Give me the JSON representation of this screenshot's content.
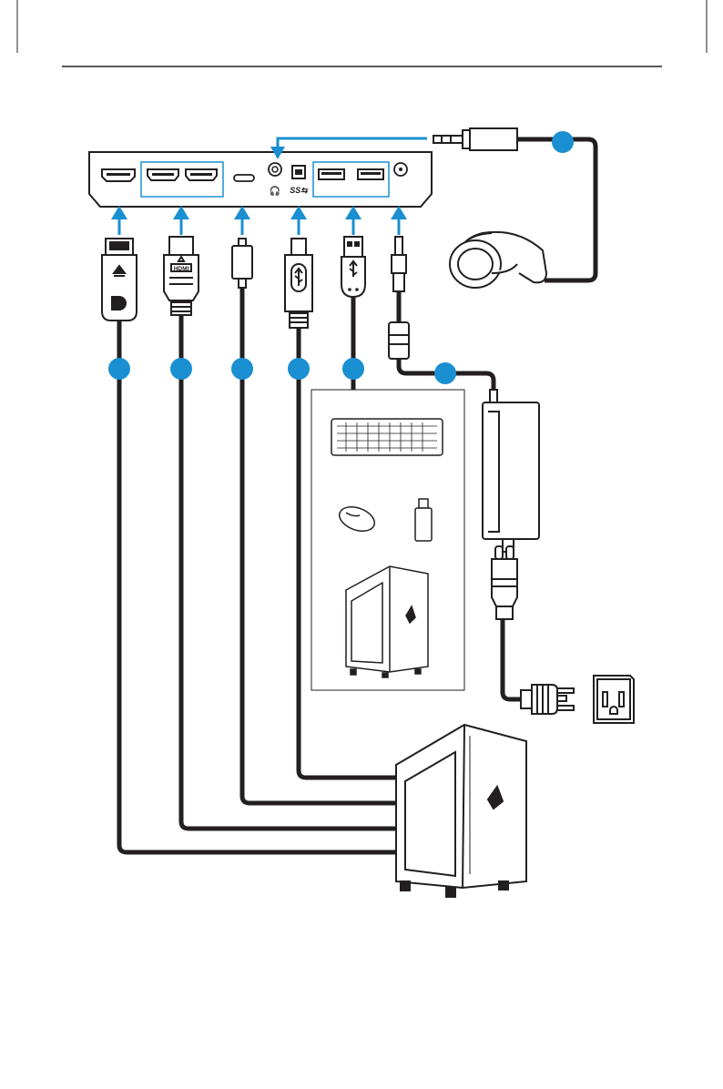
{
  "port_labels": {
    "headphone_glyph": "🎧",
    "superspeed_mark": "SS⇆",
    "hdmi_logo": "HDMI"
  },
  "connectors": [
    "displayport",
    "hdmi",
    "usb-c",
    "usb-b",
    "usb-a",
    "dc-power"
  ],
  "devices": [
    "headphones",
    "keyboard",
    "mouse",
    "usb-flash-drive",
    "pc-tower",
    "power-adapter",
    "wall-outlet"
  ],
  "colors": {
    "accent": "#1a8fd1",
    "line": "#231f20",
    "bg": "#ffffff"
  }
}
